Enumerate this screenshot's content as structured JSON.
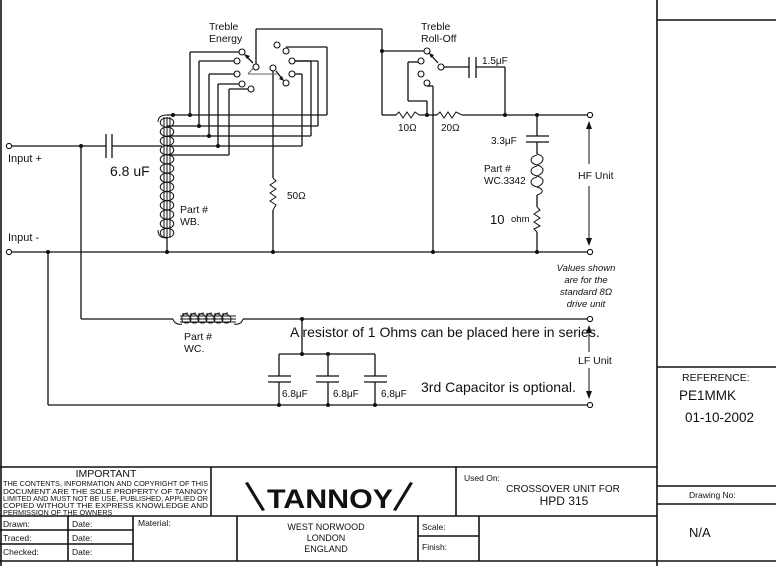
{
  "schematic": {
    "input_plus": "Input +",
    "input_minus": "Input -",
    "input_cap": "6.8 uF",
    "autotransformer": {
      "part_label": "Part #",
      "part_id": "WB."
    },
    "treble_energy": {
      "line1": "Treble",
      "line2": "Energy"
    },
    "energy_resistor": "50Ω",
    "treble_rolloff": {
      "line1": "Treble",
      "line2": "Roll-Off"
    },
    "rolloff_cap": "1.5μF",
    "r1": "10Ω",
    "r2": "20Ω",
    "hf_cap": "3.3μF",
    "hf_inductor": {
      "part_label": "Part #",
      "part_id": "WC.3342"
    },
    "hf_resistor": {
      "value": "10",
      "unit": "ohm"
    },
    "hf_unit": "HF Unit",
    "note": [
      "Values shown",
      "are for the",
      "standard 8Ω",
      "drive unit"
    ],
    "lf_inductor": {
      "part_label": "Part #",
      "part_id": "WC."
    },
    "resistor_note": "A resistor of 1 Ohms can be placed here in series.",
    "lf_caps": [
      "6.8μF",
      "6.8μF",
      "6,8μF"
    ],
    "cap_note": "3rd Capacitor is optional.",
    "lf_unit": "LF Unit"
  },
  "reference": {
    "label": "REFERENCE:",
    "code": "PE1MMK",
    "date": "01-10-2002"
  },
  "title_block": {
    "important_heading": "IMPORTANT",
    "important_lines": [
      "THE CONTENTS, INFORMATION AND COPYRIGHT OF THIS",
      "DOCUMENT ARE THE SOLE PROPERTY OF TANNOY",
      "LIMITED AND MUST NOT BE USE, PUBLISHED, APPLIED OR",
      "COPIED WITHOUT THE EXPRESS KNOWLEDGE AND",
      "PERMISSION OF THE OWNERS"
    ],
    "drawn": "Drawn:",
    "traced": "Traced:",
    "checked": "Checked:",
    "date1": "Date:",
    "date2": "Date:",
    "date3": "Date:",
    "material": "Material:",
    "brand": "TANNOY",
    "address": [
      "WEST NORWOOD",
      "LONDON",
      "ENGLAND"
    ],
    "used_on": "Used On:",
    "product_line1": "CROSSOVER UNIT FOR",
    "product_line2": "HPD 315",
    "scale": "Scale:",
    "finish": "Finish:",
    "drawing_no_label": "Drawing No:",
    "drawing_no": "N/A"
  }
}
